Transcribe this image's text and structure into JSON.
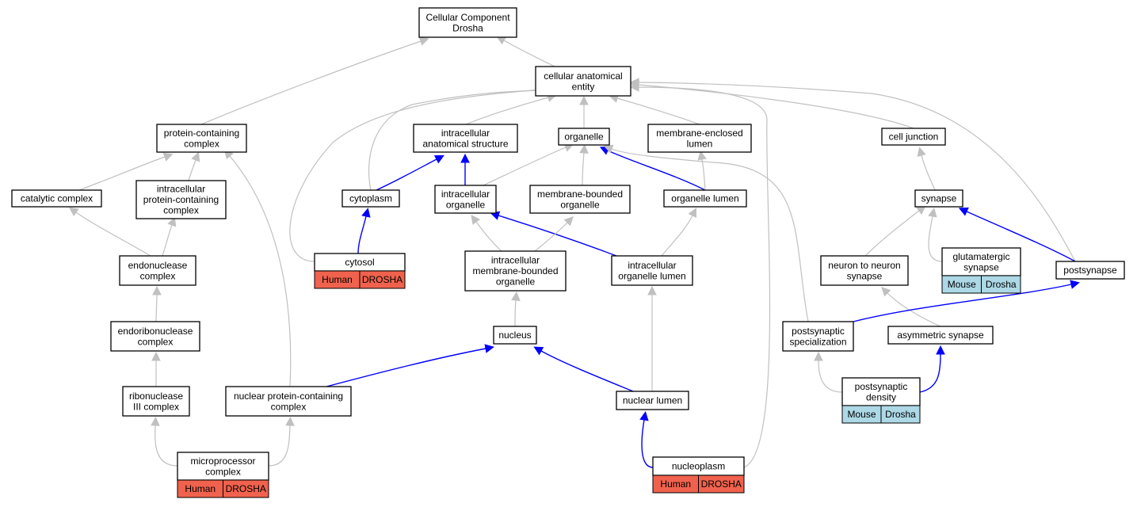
{
  "colors": {
    "human": "#f0624d",
    "mouse": "#add8e6",
    "gray_edge": "#c0c0c0",
    "blue_edge": "#0000ff"
  },
  "nodes": {
    "root": [
      "Cellular Component",
      "Drosha"
    ],
    "cae": [
      "cellular anatomical",
      "entity"
    ],
    "pcc": [
      "protein-containing",
      "complex"
    ],
    "ias": [
      "intracellular",
      "anatomical structure"
    ],
    "organelle": [
      "organelle"
    ],
    "mel": [
      "membrane-enclosed",
      "lumen"
    ],
    "cj": [
      "cell junction"
    ],
    "catalytic": [
      "catalytic complex"
    ],
    "ipcc": [
      "intracellular",
      "protein-containing",
      "complex"
    ],
    "cytoplasm": [
      "cytoplasm"
    ],
    "iorg": [
      "intracellular",
      "organelle"
    ],
    "mbo": [
      "membrane-bounded",
      "organelle"
    ],
    "olumen": [
      "organelle lumen"
    ],
    "synapse": [
      "synapse"
    ],
    "endo": [
      "endonuclease",
      "complex"
    ],
    "cytosol": [
      "cytosol"
    ],
    "imbo": [
      "intracellular",
      "membrane-bounded",
      "organelle"
    ],
    "iol": [
      "intracellular",
      "organelle lumen"
    ],
    "n2n": [
      "neuron to neuron",
      "synapse"
    ],
    "glut": [
      "glutamatergic",
      "synapse"
    ],
    "postsyn": [
      "postsynapse"
    ],
    "endori": [
      "endoribonuclease",
      "complex"
    ],
    "nucleus": [
      "nucleus"
    ],
    "pss": [
      "postsynaptic",
      "specialization"
    ],
    "asym": [
      "asymmetric synapse"
    ],
    "rnase": [
      "ribonuclease",
      "III complex"
    ],
    "npcc": [
      "nuclear protein-containing",
      "complex"
    ],
    "nlumen": [
      "nuclear lumen"
    ],
    "psd": [
      "postsynaptic",
      "density"
    ],
    "micro": [
      "microprocessor",
      "complex"
    ],
    "nucleoplasm": [
      "nucleoplasm"
    ]
  },
  "annotations": {
    "cytosol": [
      {
        "label": "Human",
        "kind": "human"
      },
      {
        "label": "DROSHA",
        "kind": "human"
      }
    ],
    "glut": [
      {
        "label": "Mouse",
        "kind": "mouse"
      },
      {
        "label": "Drosha",
        "kind": "mouse"
      }
    ],
    "psd": [
      {
        "label": "Mouse",
        "kind": "mouse"
      },
      {
        "label": "Drosha",
        "kind": "mouse"
      }
    ],
    "micro": [
      {
        "label": "Human",
        "kind": "human"
      },
      {
        "label": "DROSHA",
        "kind": "human"
      }
    ],
    "nucleoplasm": [
      {
        "label": "Human",
        "kind": "human"
      },
      {
        "label": "DROSHA",
        "kind": "human"
      }
    ]
  },
  "edges": [
    {
      "from": "cae",
      "to": "root",
      "color": "gray"
    },
    {
      "from": "pcc",
      "to": "root",
      "color": "gray"
    },
    {
      "from": "ias",
      "to": "cae",
      "color": "gray"
    },
    {
      "from": "organelle",
      "to": "cae",
      "color": "gray"
    },
    {
      "from": "mel",
      "to": "cae",
      "color": "gray"
    },
    {
      "from": "cj",
      "to": "cae",
      "color": "gray"
    },
    {
      "from": "cytoplasm",
      "to": "cae",
      "color": "gray"
    },
    {
      "from": "cytosol",
      "to": "cae",
      "color": "gray"
    },
    {
      "from": "nucleoplasm",
      "to": "cae",
      "color": "gray"
    },
    {
      "from": "postsyn",
      "to": "cae",
      "color": "gray"
    },
    {
      "from": "catalytic",
      "to": "pcc",
      "color": "gray"
    },
    {
      "from": "ipcc",
      "to": "pcc",
      "color": "gray"
    },
    {
      "from": "npcc",
      "to": "pcc",
      "color": "gray"
    },
    {
      "from": "cytoplasm",
      "to": "ias",
      "color": "blue"
    },
    {
      "from": "iorg",
      "to": "ias",
      "color": "blue"
    },
    {
      "from": "iorg",
      "to": "organelle",
      "color": "gray"
    },
    {
      "from": "mbo",
      "to": "organelle",
      "color": "gray"
    },
    {
      "from": "olumen",
      "to": "organelle",
      "color": "blue"
    },
    {
      "from": "pss",
      "to": "organelle",
      "color": "gray"
    },
    {
      "from": "olumen",
      "to": "mel",
      "color": "gray"
    },
    {
      "from": "synapse",
      "to": "cj",
      "color": "gray"
    },
    {
      "from": "endo",
      "to": "catalytic",
      "color": "gray"
    },
    {
      "from": "endo",
      "to": "ipcc",
      "color": "gray"
    },
    {
      "from": "cytosol",
      "to": "cytoplasm",
      "color": "blue"
    },
    {
      "from": "imbo",
      "to": "iorg",
      "color": "gray"
    },
    {
      "from": "iol",
      "to": "iorg",
      "color": "blue"
    },
    {
      "from": "imbo",
      "to": "mbo",
      "color": "gray"
    },
    {
      "from": "iol",
      "to": "olumen",
      "color": "gray"
    },
    {
      "from": "n2n",
      "to": "synapse",
      "color": "gray"
    },
    {
      "from": "glut",
      "to": "synapse",
      "color": "gray"
    },
    {
      "from": "postsyn",
      "to": "synapse",
      "color": "blue"
    },
    {
      "from": "endori",
      "to": "endo",
      "color": "gray"
    },
    {
      "from": "nucleus",
      "to": "imbo",
      "color": "gray"
    },
    {
      "from": "nlumen",
      "to": "iol",
      "color": "gray"
    },
    {
      "from": "asym",
      "to": "n2n",
      "color": "gray"
    },
    {
      "from": "pss",
      "to": "postsyn",
      "color": "blue"
    },
    {
      "from": "rnase",
      "to": "endori",
      "color": "gray"
    },
    {
      "from": "npcc",
      "to": "nucleus",
      "color": "blue"
    },
    {
      "from": "nlumen",
      "to": "nucleus",
      "color": "blue"
    },
    {
      "from": "psd",
      "to": "pss",
      "color": "gray"
    },
    {
      "from": "psd",
      "to": "asym",
      "color": "blue"
    },
    {
      "from": "micro",
      "to": "rnase",
      "color": "gray"
    },
    {
      "from": "micro",
      "to": "npcc",
      "color": "gray"
    },
    {
      "from": "nucleoplasm",
      "to": "nlumen",
      "color": "blue"
    }
  ]
}
